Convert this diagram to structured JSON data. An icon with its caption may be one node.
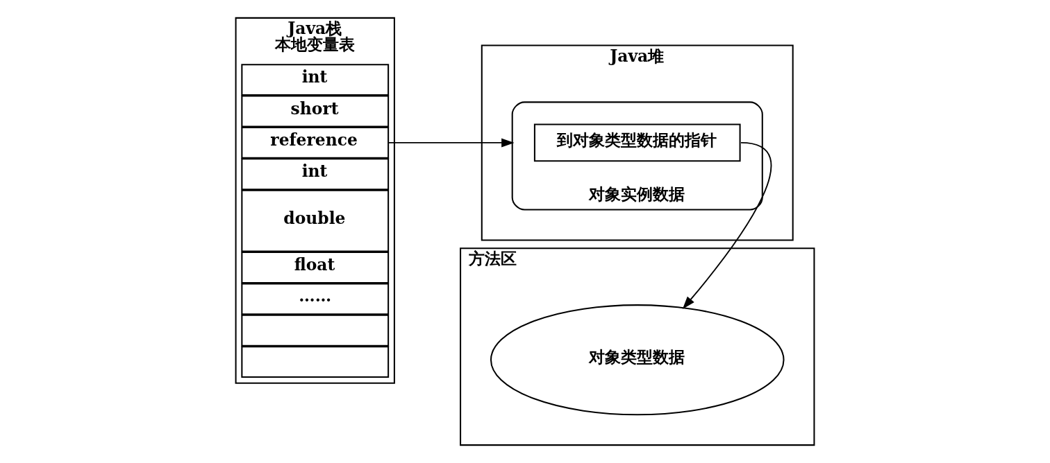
{
  "diagram": {
    "nodes": [
      {
        "text": [
          "Java栈",
          "本地变量表"
        ]
      },
      {
        "text": [
          "int"
        ],
        "in": 0
      },
      {
        "text": [
          "short"
        ],
        "in": 0
      },
      {
        "text": [
          "reference"
        ],
        "in": 0
      },
      {
        "text": [
          "int"
        ],
        "in": 0
      },
      {
        "text": [
          "double"
        ],
        "in": 0
      },
      {
        "text": [
          "float"
        ],
        "in": 0
      },
      {
        "text": [
          "……"
        ],
        "in": 0
      },
      {
        "text": [],
        "shape": "box",
        "in": 0
      },
      {
        "text": [],
        "shape": "box",
        "in": 0
      },
      {
        "text": [
          "Java堆"
        ]
      },
      {
        "text": [
          "对象实例数据"
        ],
        "in": 10
      },
      {
        "text": [
          "到对象类型数据的指针"
        ],
        "in": 11
      },
      {
        "text": [
          "方法区"
        ]
      },
      {
        "text": [
          "对象类型数据"
        ],
        "in": 13
      }
    ],
    "edges": [
      {
        "from": 3,
        "to": 11,
        "arrow": "to"
      },
      {
        "from": 12,
        "to": 14,
        "arrow": "to"
      }
    ]
  }
}
